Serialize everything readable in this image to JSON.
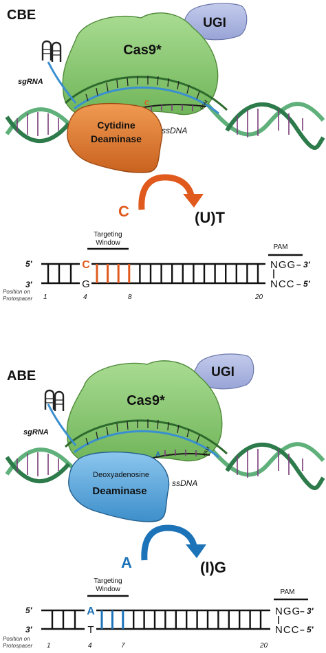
{
  "colors": {
    "cas9": "#8fcf78",
    "cas9_dark": "#5d9e45",
    "ugi": "#aeb8e0",
    "cbe_deaminase": "#e07a2e",
    "abe_deaminase": "#5aa6dc",
    "cbe_accent": "#e05a1e",
    "abe_accent": "#1d73b8",
    "dna_green": "#5fb07a",
    "sgrna_blue": "#3a8fd0",
    "ink": "#111111"
  },
  "cbe": {
    "panel_label": "CBE",
    "ugi_label": "UGI",
    "cas9_label": "Cas9*",
    "sgrna_label": "sgRNA",
    "deaminase_line1": "Cytidine",
    "deaminase_line2": "Deaminase",
    "ssdna_label": "ssDNA",
    "pam_tag": "PAM",
    "target_base_tag": "C",
    "reaction_from": "C",
    "reaction_to": "(U)T",
    "schematic": {
      "window_label_line1": "Targeting",
      "window_label_line2": "Window",
      "pam_label": "PAM",
      "top_5prime": "5′",
      "bottom_3prime": "3′",
      "top_base": "C",
      "bottom_base": "G",
      "pam_top": "NGG",
      "pam_bottom": "NCC",
      "pam_top_end": "– 3′",
      "pam_bottom_end": "– 5′",
      "position_caption_line1": "Position on",
      "position_caption_line2": "Protospacer",
      "positions": [
        "1",
        "4",
        "8",
        "20"
      ]
    }
  },
  "abe": {
    "panel_label": "ABE",
    "ugi_label": "UGI",
    "cas9_label": "Cas9*",
    "sgrna_label": "sgRNA",
    "deaminase_line1": "Deoxyadenosine",
    "deaminase_line2": "Deaminase",
    "ssdna_label": "ssDNA",
    "pam_tag": "PAM",
    "target_base_tag": "A",
    "reaction_from": "A",
    "reaction_to": "(I)G",
    "schematic": {
      "window_label_line1": "Targeting",
      "window_label_line2": "Window",
      "pam_label": "PAM",
      "top_5prime": "5′",
      "bottom_3prime": "3′",
      "top_base": "A",
      "bottom_base": "T",
      "pam_top": "NGG",
      "pam_bottom": "NCC",
      "pam_top_end": "– 3′",
      "pam_bottom_end": "– 5′",
      "position_caption_line1": "Position on",
      "position_caption_line2": "Protospacer",
      "positions": [
        "1",
        "4",
        "7",
        "20"
      ]
    }
  }
}
